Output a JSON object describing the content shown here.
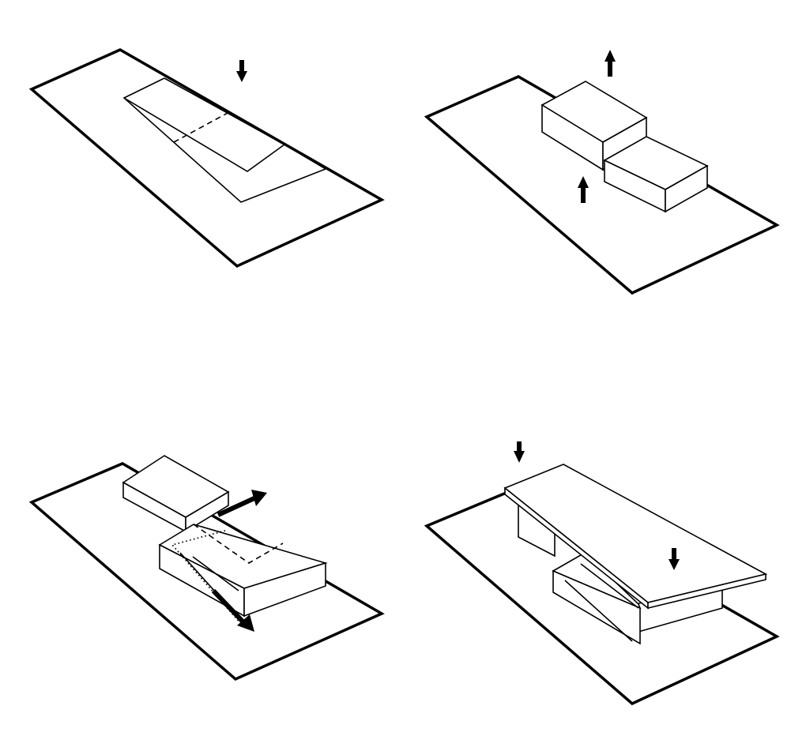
{
  "diagram": {
    "panels": [
      {
        "id": "subtract",
        "arrow_direction": "down",
        "features": [
          "ground-plane",
          "footprint-outline",
          "dashed-line"
        ]
      },
      {
        "id": "lift",
        "arrow_direction": "up",
        "features": [
          "ground-plane",
          "volume",
          "volume"
        ]
      },
      {
        "id": "shift",
        "arrow_direction": "out",
        "features": [
          "ground-plane",
          "volume",
          "volume",
          "dashed-line",
          "dotted-line"
        ]
      },
      {
        "id": "roof",
        "arrow_direction": "down",
        "features": [
          "ground-plane",
          "roof-plate",
          "volume"
        ]
      }
    ],
    "colors": {
      "ink": "#000000",
      "background": "#ffffff"
    }
  }
}
